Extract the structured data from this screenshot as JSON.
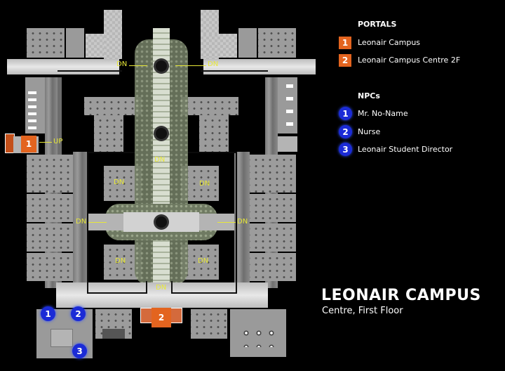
{
  "map": {
    "title": "LEONAIR CAMPUS",
    "subtitle": "Centre, First Floor",
    "stair_labels": {
      "up": "UP",
      "dn": "DN"
    },
    "markers": {
      "portal_1": "1",
      "portal_2": "2",
      "npc_1": "1",
      "npc_2": "2",
      "npc_3": "3"
    }
  },
  "legend": {
    "portals_heading": "PORTALS",
    "portals": [
      {
        "number": "1",
        "label": "Leonair Campus"
      },
      {
        "number": "2",
        "label": "Leonair Campus Centre 2F"
      }
    ],
    "npcs_heading": "NPCs",
    "npcs": [
      {
        "number": "1",
        "label": "Mr. No-Name"
      },
      {
        "number": "2",
        "label": "Nurse"
      },
      {
        "number": "3",
        "label": "Leonair Student Director"
      }
    ]
  },
  "colors": {
    "portal": "#e3641f",
    "npc": "#1b2bd6",
    "stairs": "#e8e838",
    "background": "#000000"
  }
}
